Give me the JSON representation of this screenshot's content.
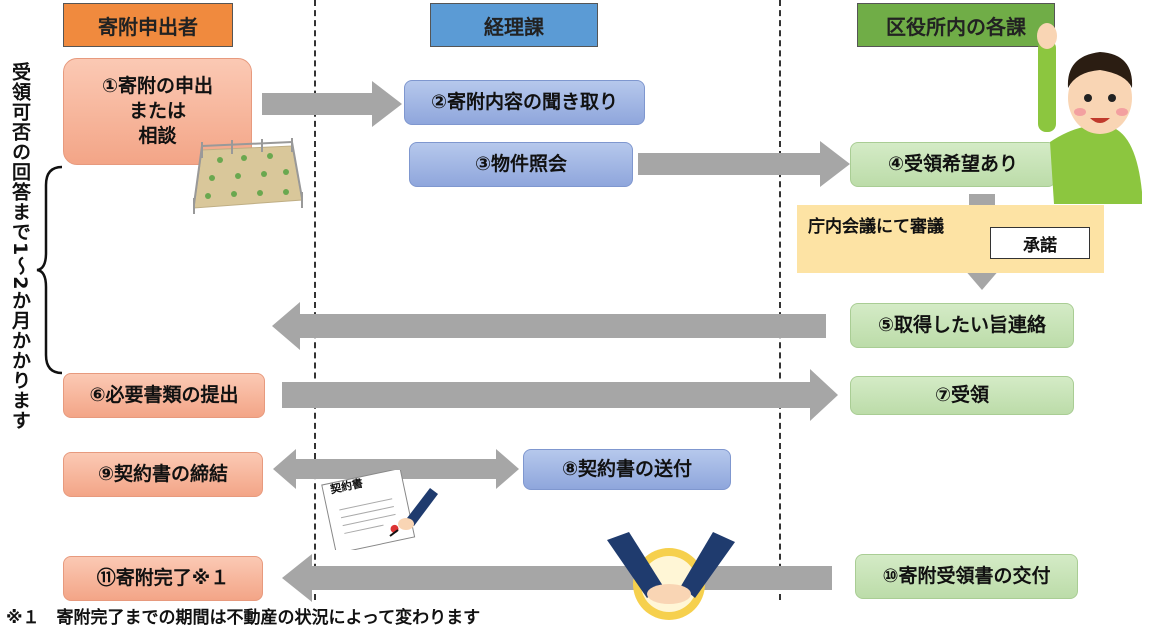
{
  "headers": {
    "donor": "寄附申出者",
    "accounting": "経理課",
    "ward": "区役所内の各課"
  },
  "side_text": "受領可否の回答まで1～2か月かかります",
  "steps": {
    "s1": "①寄附の申出\nまたは\n相談",
    "s2": "②寄附内容の聞き取り",
    "s3": "③物件照会",
    "s4": "④受領希望あり",
    "s5": "⑤取得したい旨連絡",
    "s6": "⑥必要書類の提出",
    "s7": "⑦受領",
    "s8": "⑧契約書の送付",
    "s9": "⑨契約書の締結",
    "s10": "⑩寄附受領書の交付",
    "s11": "⑪寄附完了※１"
  },
  "meeting": {
    "label": "庁内会議にて審議",
    "result": "承諾"
  },
  "contract_doc_label": "契約書",
  "footnote": "※１　寄附完了までの期間は不動産の状況によって変わります",
  "colors": {
    "donor_header": "#f08a3e",
    "accounting_header": "#5b9bd5",
    "ward_header": "#70ad47",
    "arrow": "#a6a6a6",
    "meeting_bg": "#fde3a4"
  }
}
